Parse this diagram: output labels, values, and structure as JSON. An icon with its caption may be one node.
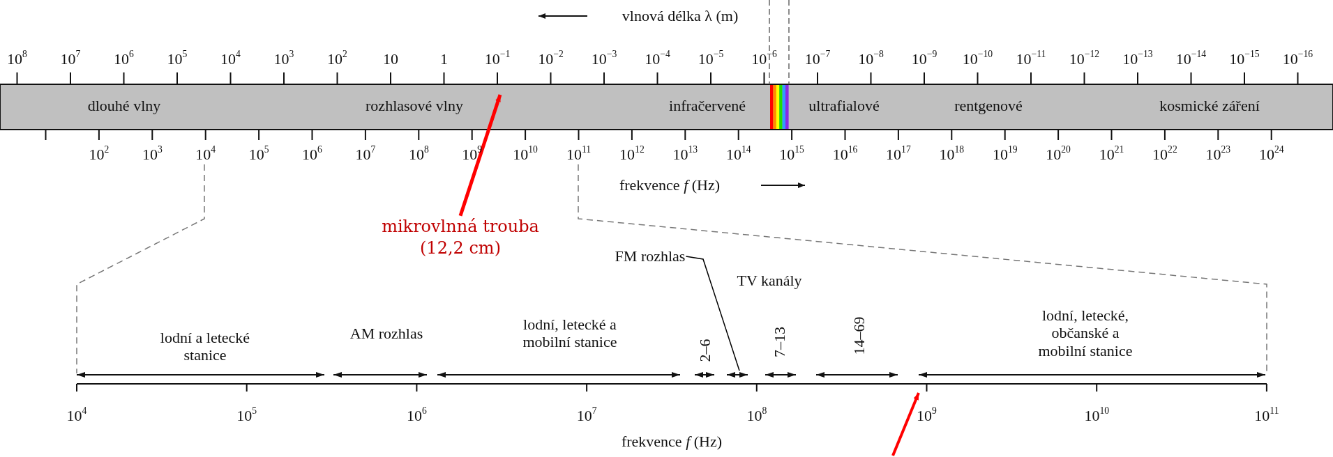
{
  "diagram": {
    "nodes": [
      {
        "text": [
          "mikrovlnná trouba (12,2 cm)"
        ]
      },
      {
        "text": [
          "FM rozhlas"
        ]
      }
    ],
    "edges": [
      {
        "from": 0,
        "to": null,
        "arrow": "to",
        "style": "thick",
        "color": "#ff0000"
      },
      {
        "from": 1,
        "to": null,
        "arrow": "none",
        "color": "#000000"
      }
    ],
    "labels": [
      "vlnová délka λ (m)",
      "10$^{8}$",
      "10$^{7}$",
      "10$^{6}$",
      "10$^{5}$",
      "10$^{4}$",
      "10$^{3}$",
      "10$^{2}$",
      "10",
      "1",
      "10$^{−1}$",
      "10$^{−2}$",
      "10$^{−3}$",
      "10$^{−4}$",
      "10$^{−5}$",
      "10$^{−6}$",
      "10$^{−7}$",
      "10$^{−8}$",
      "10$^{−9}$",
      "10$^{−10}$",
      "10$^{−11}$",
      "10$^{−12}$",
      "10$^{−13}$",
      "10$^{−14}$",
      "10$^{−15}$",
      "10$^{−16}$",
      "dlouhé vlny",
      "rozhlasové vlny",
      "infračervené",
      "ultrafialové",
      "rentgenové",
      "kosmické záření",
      "10$^{2}$",
      "10$^{3}$",
      "10$^{4}$",
      "10$^{5}$",
      "10$^{6}$",
      "10$^{7}$",
      "10$^{8}$",
      "10$^{9}$",
      "10$^{10}$",
      "10$^{11}$",
      "10$^{12}$",
      "10$^{13}$",
      "10$^{14}$",
      "10$^{15}$",
      "10$^{16}$",
      "10$^{17}$",
      "10$^{18}$",
      "10$^{19}$",
      "10$^{20}$",
      "10$^{21}$",
      "10$^{22}$",
      "10$^{23}$",
      "10$^{24}$",
      "frekvence *f* (Hz)",
      "lodní a letecké stanice",
      "AM rozhlas",
      "lodní, letecké a mobilní stanice",
      "TV kanály",
      "2–6",
      "7–13",
      "14–69",
      "lodní, letecké, občanské a mobilní stanice",
      "10$^{4}$",
      "10$^{5}$",
      "10$^{6}$",
      "10$^{7}$",
      "10$^{8}$",
      "10$^{9}$",
      "10$^{10}$",
      "10$^{11}$",
      "frekvence *f* (Hz)"
    ]
  }
}
